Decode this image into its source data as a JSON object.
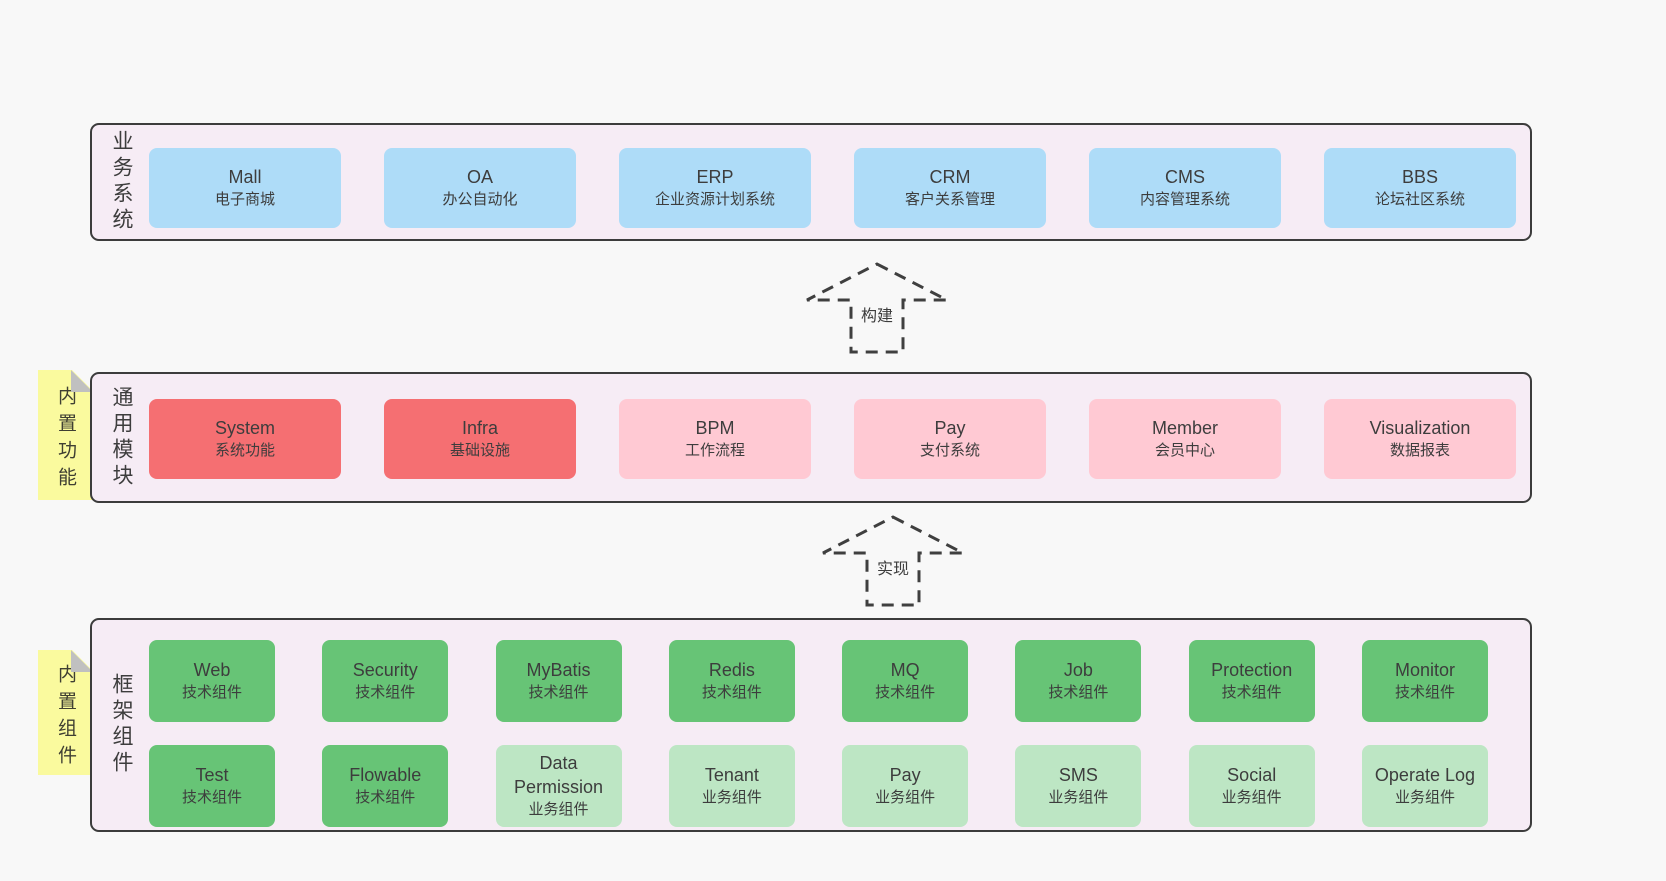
{
  "colors": {
    "page_bg": "#f8f8f8",
    "panel_bg": "#f6ecf5",
    "panel_border": "#3c3c3c",
    "box_blue": "#aedcf8",
    "box_red": "#f56f72",
    "box_pink": "#ffc9d3",
    "box_green": "#67c476",
    "box_light_green": "#bde6c4",
    "note_yellow": "#fafa9e",
    "note_fold": "#c0c0c0",
    "text": "#3d3d3d"
  },
  "sections": {
    "business": {
      "side_label": "业务系统",
      "boxes": [
        {
          "title": "Mall",
          "subtitle": "电子商城"
        },
        {
          "title": "OA",
          "subtitle": "办公自动化"
        },
        {
          "title": "ERP",
          "subtitle": "企业资源计划系统"
        },
        {
          "title": "CRM",
          "subtitle": "客户关系管理"
        },
        {
          "title": "CMS",
          "subtitle": "内容管理系统"
        },
        {
          "title": "BBS",
          "subtitle": "论坛社区系统"
        }
      ]
    },
    "modules": {
      "side_label": "通用模块",
      "sticky_note": "内置功能",
      "boxes": [
        {
          "title": "System",
          "subtitle": "系统功能",
          "variant": "red"
        },
        {
          "title": "Infra",
          "subtitle": "基础设施",
          "variant": "red"
        },
        {
          "title": "BPM",
          "subtitle": "工作流程",
          "variant": "pink"
        },
        {
          "title": "Pay",
          "subtitle": "支付系统",
          "variant": "pink"
        },
        {
          "title": "Member",
          "subtitle": "会员中心",
          "variant": "pink"
        },
        {
          "title": "Visualization",
          "subtitle": "数据报表",
          "variant": "pink"
        }
      ]
    },
    "framework": {
      "side_label": "框架组件",
      "sticky_note": "内置组件",
      "rows": [
        [
          {
            "title": "Web",
            "subtitle": "技术组件",
            "variant": "green"
          },
          {
            "title": "Security",
            "subtitle": "技术组件",
            "variant": "green"
          },
          {
            "title": "MyBatis",
            "subtitle": "技术组件",
            "variant": "green"
          },
          {
            "title": "Redis",
            "subtitle": "技术组件",
            "variant": "green"
          },
          {
            "title": "MQ",
            "subtitle": "技术组件",
            "variant": "green"
          },
          {
            "title": "Job",
            "subtitle": "技术组件",
            "variant": "green"
          },
          {
            "title": "Protection",
            "subtitle": "技术组件",
            "variant": "green"
          },
          {
            "title": "Monitor",
            "subtitle": "技术组件",
            "variant": "green"
          }
        ],
        [
          {
            "title": "Test",
            "subtitle": "技术组件",
            "variant": "green"
          },
          {
            "title": "Flowable",
            "subtitle": "技术组件",
            "variant": "green"
          },
          {
            "title": "Data Permission",
            "subtitle": "业务组件",
            "variant": "light_green"
          },
          {
            "title": "Tenant",
            "subtitle": "业务组件",
            "variant": "light_green"
          },
          {
            "title": "Pay",
            "subtitle": "业务组件",
            "variant": "light_green"
          },
          {
            "title": "SMS",
            "subtitle": "业务组件",
            "variant": "light_green"
          },
          {
            "title": "Social",
            "subtitle": "业务组件",
            "variant": "light_green"
          },
          {
            "title": "Operate Log",
            "subtitle": "业务组件",
            "variant": "light_green"
          }
        ]
      ]
    }
  },
  "arrows": [
    {
      "label": "构建"
    },
    {
      "label": "实现"
    }
  ]
}
